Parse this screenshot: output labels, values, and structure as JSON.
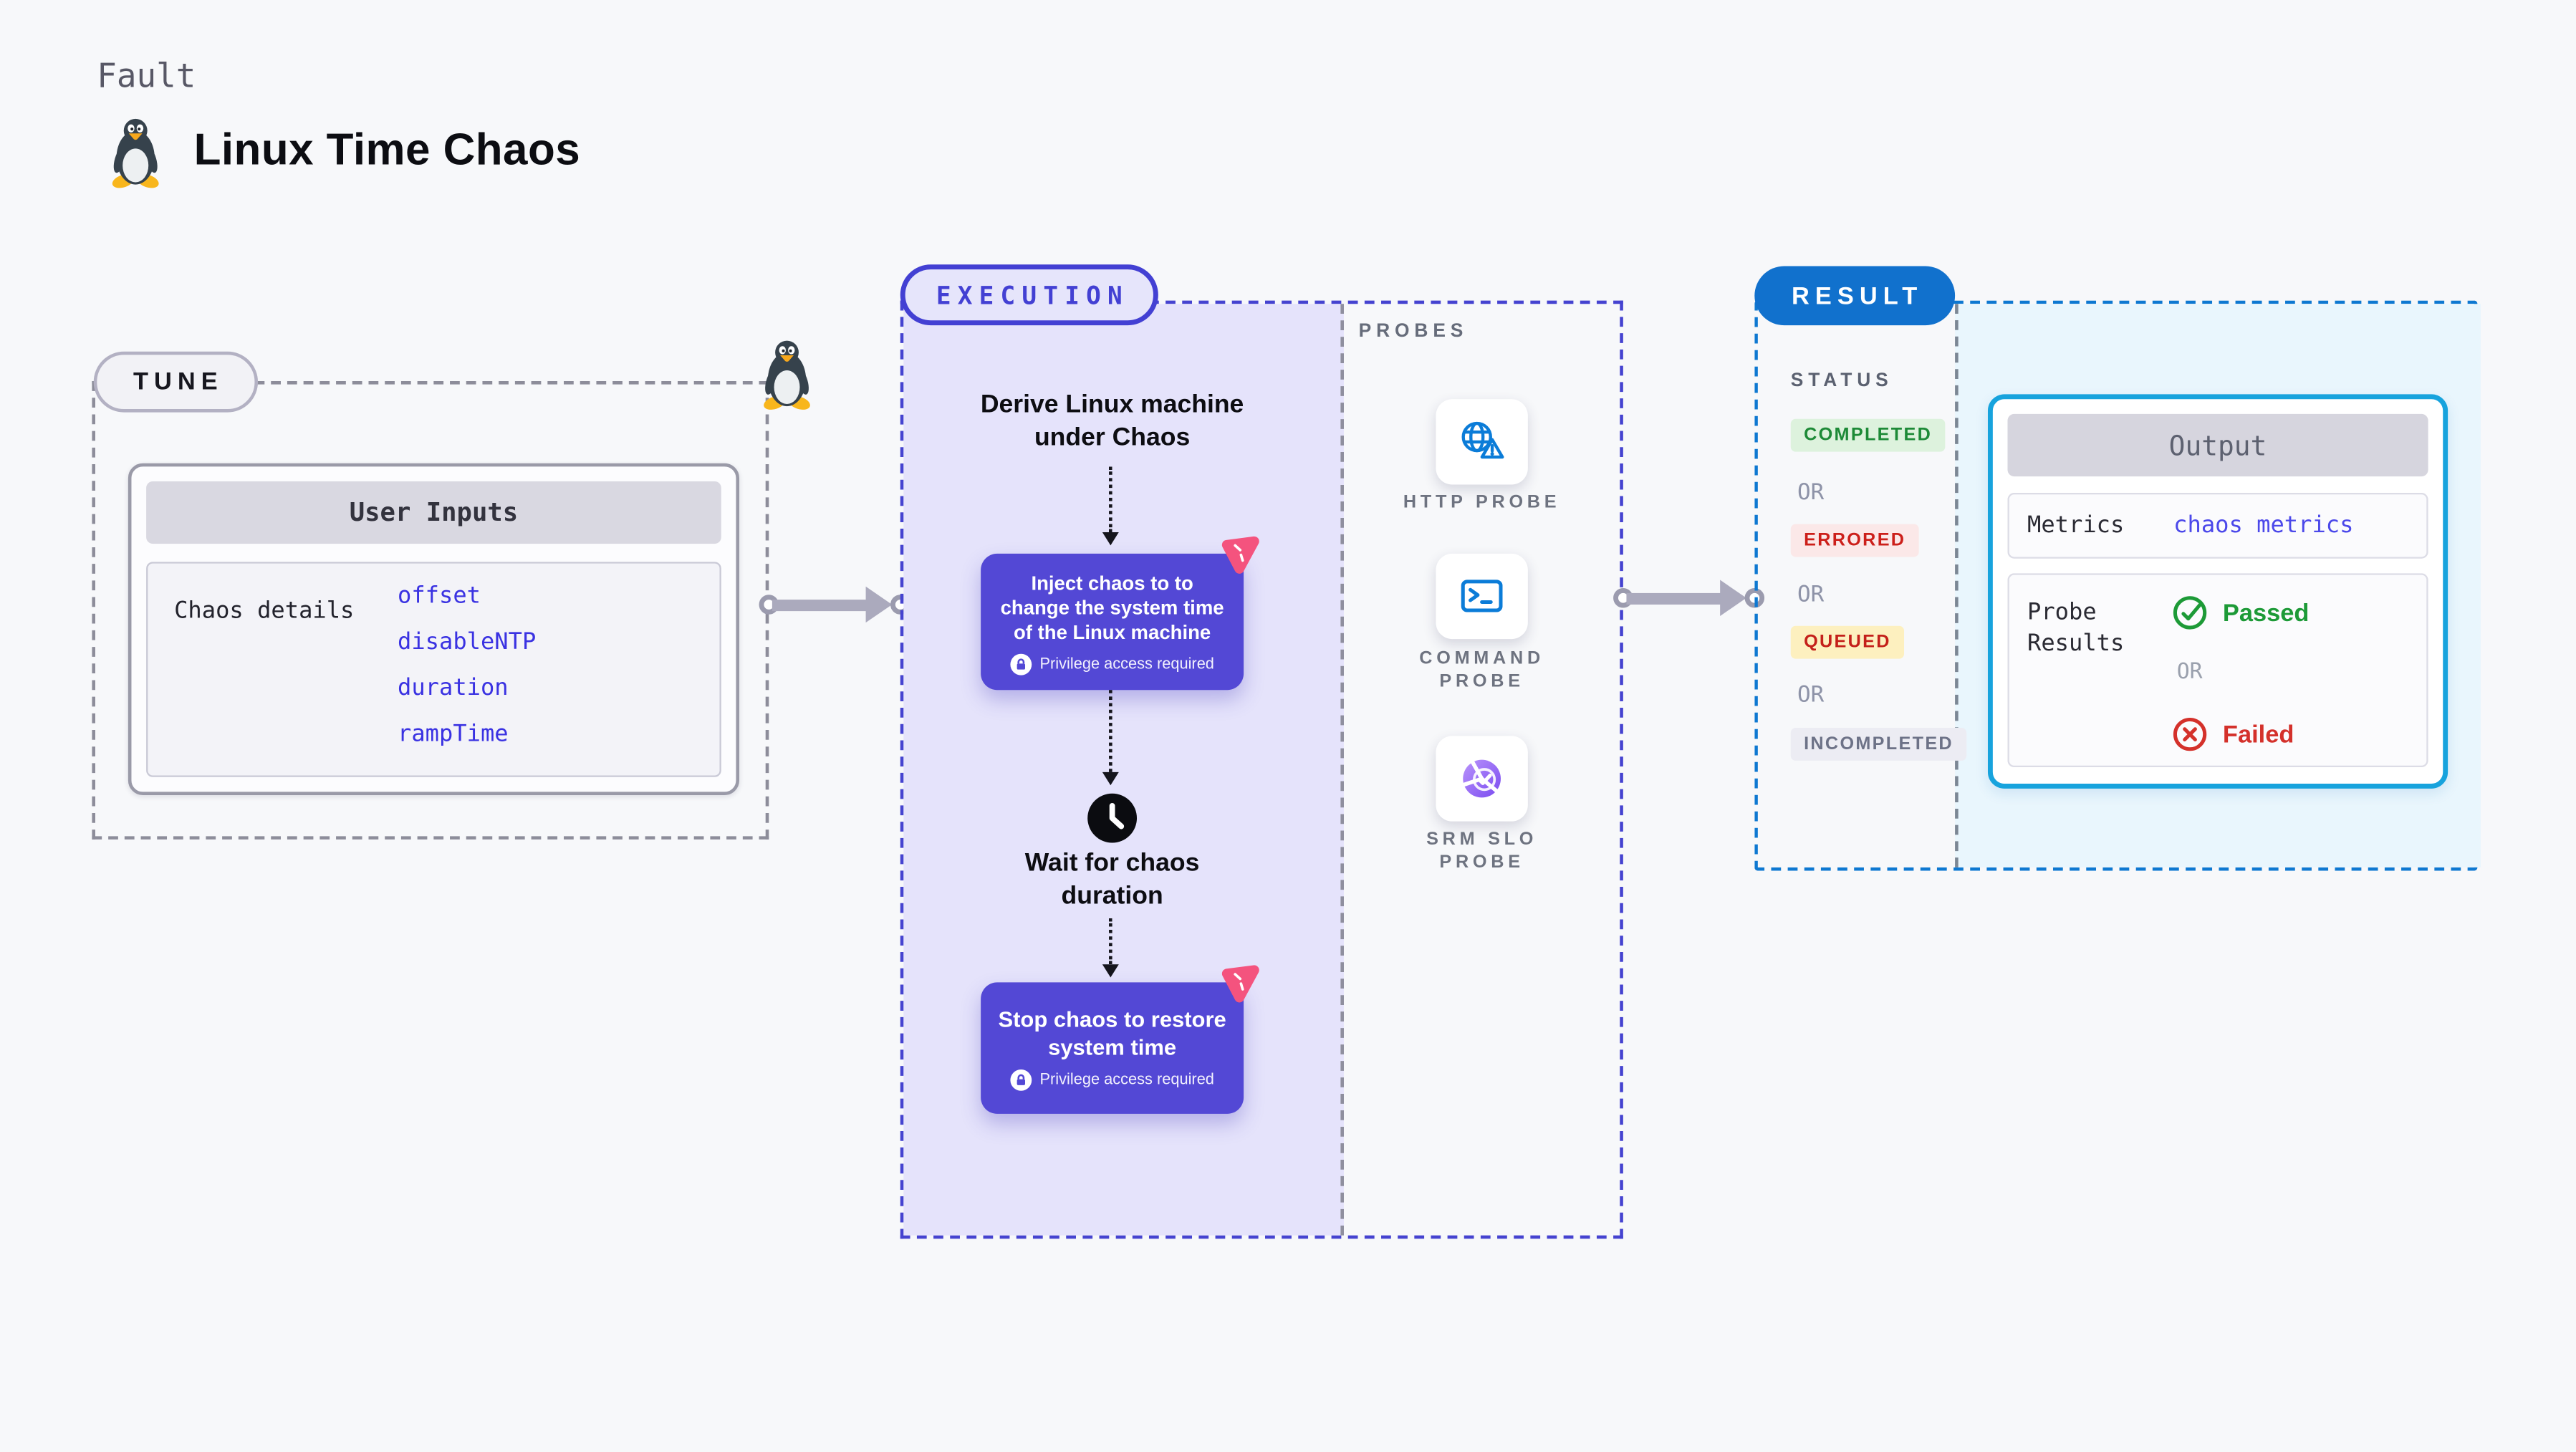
{
  "header": {
    "eyebrow": "Fault",
    "title": "Linux Time Chaos"
  },
  "tune": {
    "label": "TUNE",
    "user_inputs": {
      "title": "User Inputs",
      "row_label": "Chaos details",
      "params": [
        "offset",
        "disableNTP",
        "duration",
        "rampTime"
      ],
      "param_color": "#3a32e2"
    }
  },
  "execution": {
    "label": "EXECUTION",
    "derive_text": "Derive Linux machine under Chaos",
    "inject_text": "Inject chaos to to change the system time of the Linux machine",
    "privilege_text": "Privilege access required",
    "wait_text": "Wait for chaos duration",
    "stop_text": "Stop chaos to restore system time",
    "card_color": "#5348d5",
    "accent_color": "#4340d3",
    "panel_color": "#e5e3fb"
  },
  "probes": {
    "label": "PROBES",
    "items": [
      {
        "label": "HTTP PROBE",
        "icon": "globe-alert-icon"
      },
      {
        "label": "COMMAND PROBE",
        "icon": "terminal-icon"
      },
      {
        "label": "SRM SLO PROBE",
        "icon": "slo-chart-icon"
      }
    ]
  },
  "result": {
    "label": "RESULT",
    "pill_color": "#1171cd",
    "panel_color": "#e9f6fd",
    "status_label": "STATUS",
    "or_label": "OR",
    "statuses": [
      {
        "label": "COMPLETED",
        "color": "#1d8a37",
        "bg": "#ddf2dd"
      },
      {
        "label": "ERRORED",
        "color": "#cc1f1a",
        "bg": "#fbe8e8"
      },
      {
        "label": "QUEUED",
        "color": "#c4201a",
        "bg": "#fdf0bf"
      },
      {
        "label": "INCOMPLETED",
        "color": "#6d7287",
        "bg": "#ececf3"
      }
    ],
    "output": {
      "title": "Output",
      "metrics_label": "Metrics",
      "metrics_value": "chaos metrics",
      "metrics_value_color": "#4b48ea",
      "probe_results_label": "Probe Results",
      "passed_label": "Passed",
      "passed_color": "#1d9a37",
      "or_label": "OR",
      "failed_label": "Failed",
      "failed_color": "#d4312b",
      "border_color": "#17a3dd"
    }
  }
}
